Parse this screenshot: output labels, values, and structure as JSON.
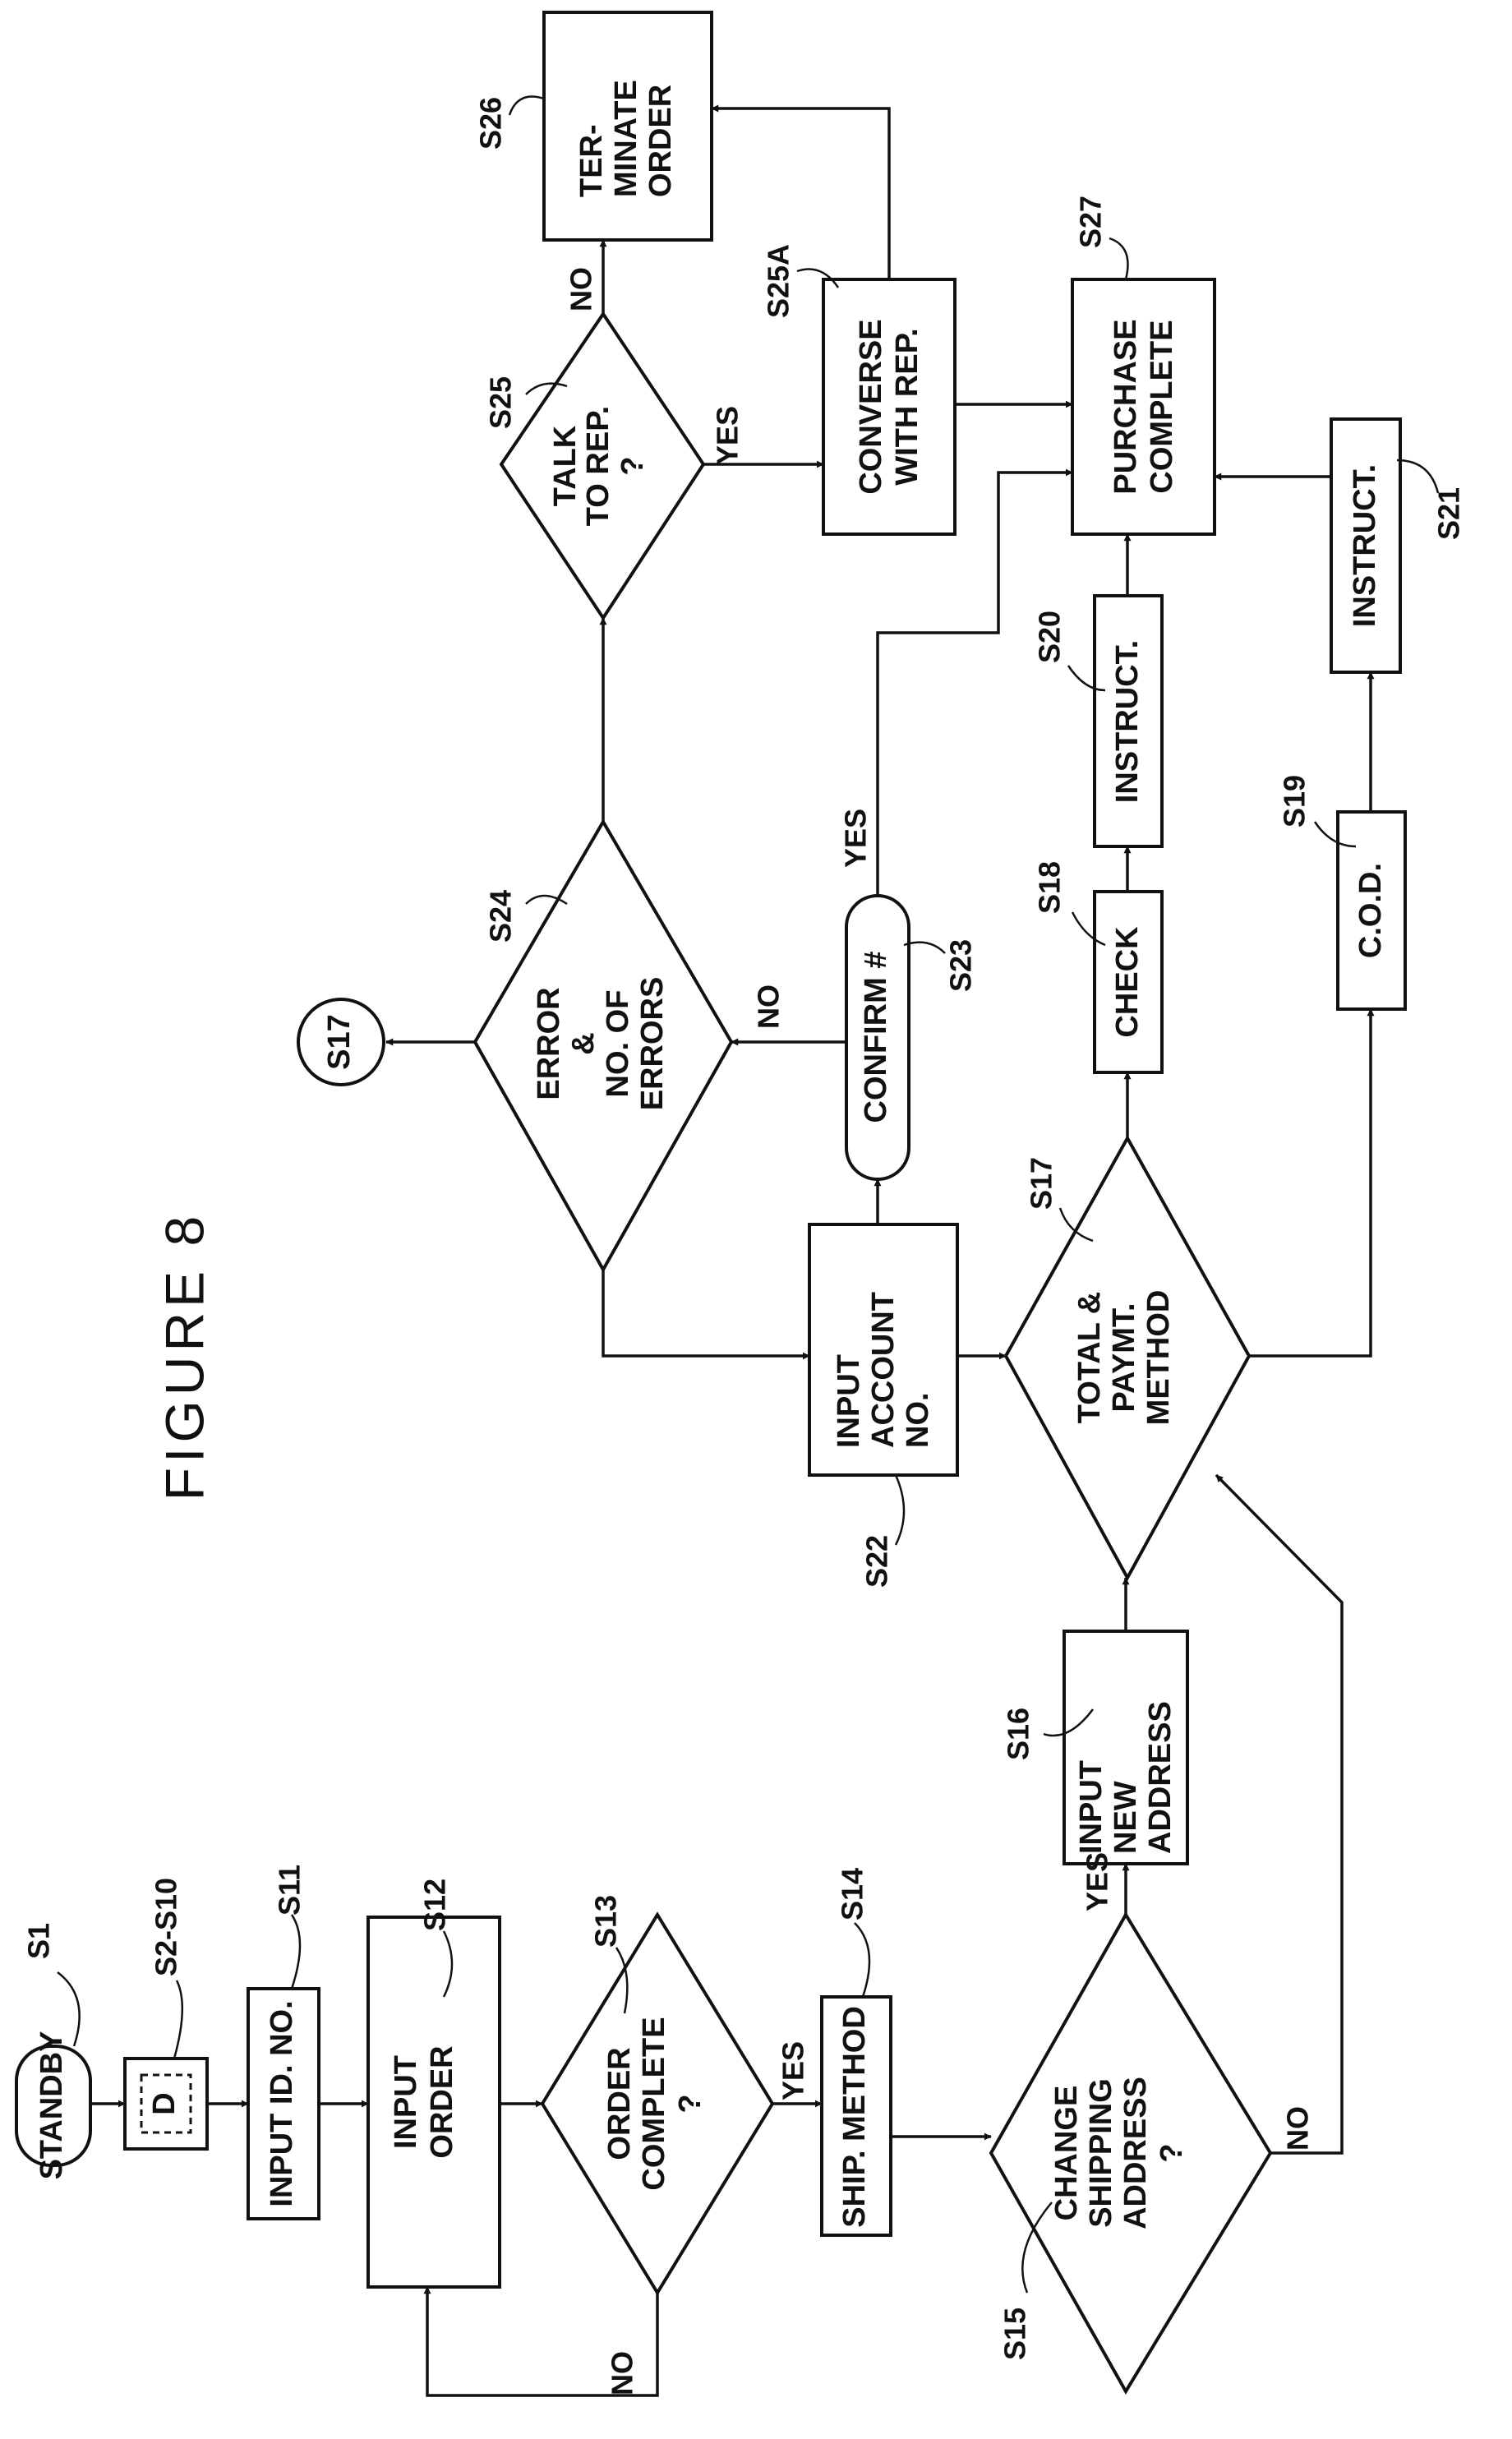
{
  "figure": {
    "title": "FIGURE  8"
  },
  "nodes": {
    "s1": {
      "text": "STANDBY"
    },
    "s2": {
      "text": "D"
    },
    "s11": {
      "text": "INPUT ID. NO."
    },
    "s12": {
      "line1": "INPUT",
      "line2": "ORDER"
    },
    "s13": {
      "line1": "ORDER",
      "line2": "COMPLETE",
      "line3": "?"
    },
    "s14": {
      "text": "SHIP. METHOD"
    },
    "s15": {
      "line1": "CHANGE",
      "line2": "SHIPPING",
      "line3": "ADDRESS",
      "line4": "?"
    },
    "s16": {
      "line1": "INPUT",
      "line2": "NEW",
      "line3": "ADDRESS"
    },
    "s17": {
      "line1": "TOTAL &",
      "line2": "PAYMT.",
      "line3": "METHOD"
    },
    "s17ref": {
      "text": "S17"
    },
    "s18": {
      "text": "CHECK"
    },
    "s19": {
      "text": "C.O.D."
    },
    "s20": {
      "text": "INSTRUCT."
    },
    "s21": {
      "text": "INSTRUCT."
    },
    "s22": {
      "line1": "INPUT",
      "line2": "ACCOUNT",
      "line3": "NO."
    },
    "s23": {
      "text": "CONFIRM #"
    },
    "s24": {
      "line1": "ERROR",
      "line2": "&",
      "line3": "NO. OF",
      "line4": "ERRORS"
    },
    "s25": {
      "line1": "TALK",
      "line2": "TO REP.",
      "line3": "?"
    },
    "s25a": {
      "line1": "CONVERSE",
      "line2": "WITH REP."
    },
    "s26": {
      "line1": "TER-",
      "line2": "MINATE",
      "line3": "ORDER"
    },
    "s27": {
      "line1": "PURCHASE",
      "line2": "COMPLETE"
    }
  },
  "step_labels": {
    "s1": "S1",
    "s2": "S2-S10",
    "s11": "S11",
    "s12": "S12",
    "s13": "S13",
    "s14": "S14",
    "s15": "S15",
    "s16": "S16",
    "s17": "S17",
    "s18": "S18",
    "s19": "S19",
    "s20": "S20",
    "s21": "S21",
    "s22": "S22",
    "s23": "S23",
    "s24": "S24",
    "s25": "S25",
    "s25a": "S25A",
    "s26": "S26",
    "s27": "S27"
  },
  "branch_labels": {
    "s13_no": "NO",
    "s13_yes": "YES",
    "s15_yes": "YES",
    "s15_no": "NO",
    "s23_yes": "YES",
    "s24_no": "NO",
    "s25_yes": "YES",
    "s25_no": "NO"
  }
}
